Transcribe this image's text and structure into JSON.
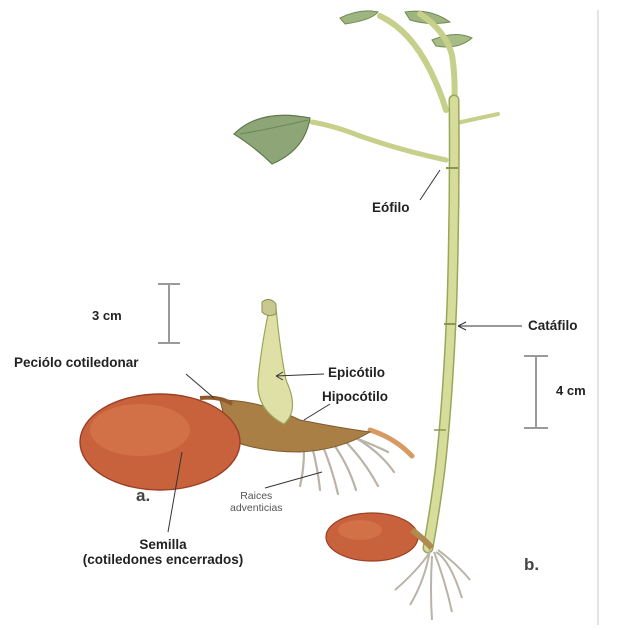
{
  "labels": {
    "eofilo": "Eófilo",
    "catafilo": "Catáfilo",
    "epicotilo": "Epicótilo",
    "hipocotilo": "Hipocótilo",
    "peciolo": "Peciólo cotiledonar",
    "raices_line1": "Raices",
    "raices_line2": "adventicias",
    "semilla_line1": "Semilla",
    "semilla_line2": "(cotiledones encerrados)",
    "panel_a": "a.",
    "panel_b": "b.",
    "scale_a": "3 cm",
    "scale_b": "4 cm"
  },
  "colors": {
    "seed": "#c8623c",
    "seed_dark": "#9a3f24",
    "stem": "#cfd88f",
    "stem_dark": "#9aa65a",
    "leaf": "#8fa874",
    "root": "#b9b3a8",
    "bark": "#b08a4e"
  }
}
